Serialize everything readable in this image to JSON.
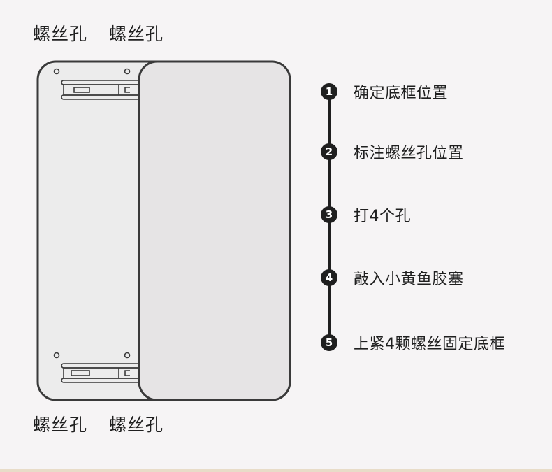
{
  "labels": {
    "top_left": "螺丝孔",
    "top_right": "螺丝孔",
    "bottom_left": "螺丝孔",
    "bottom_right": "螺丝孔"
  },
  "steps": [
    {
      "num": "1",
      "text": "确定底框位置"
    },
    {
      "num": "2",
      "text": "标注螺丝孔位置"
    },
    {
      "num": "3",
      "text": "打4个孔"
    },
    {
      "num": "4",
      "text": "敲入小黄鱼胶塞"
    },
    {
      "num": "5",
      "text": "上紧4颗螺丝固定底框"
    }
  ],
  "colors": {
    "background": "#f6f4f5",
    "panel_back": "#ececec",
    "panel_front": "#e6e4e5",
    "outline": "#3a3a3a",
    "step_dot": "#1f1f1f",
    "bottom_band": "#e8dcc8"
  }
}
